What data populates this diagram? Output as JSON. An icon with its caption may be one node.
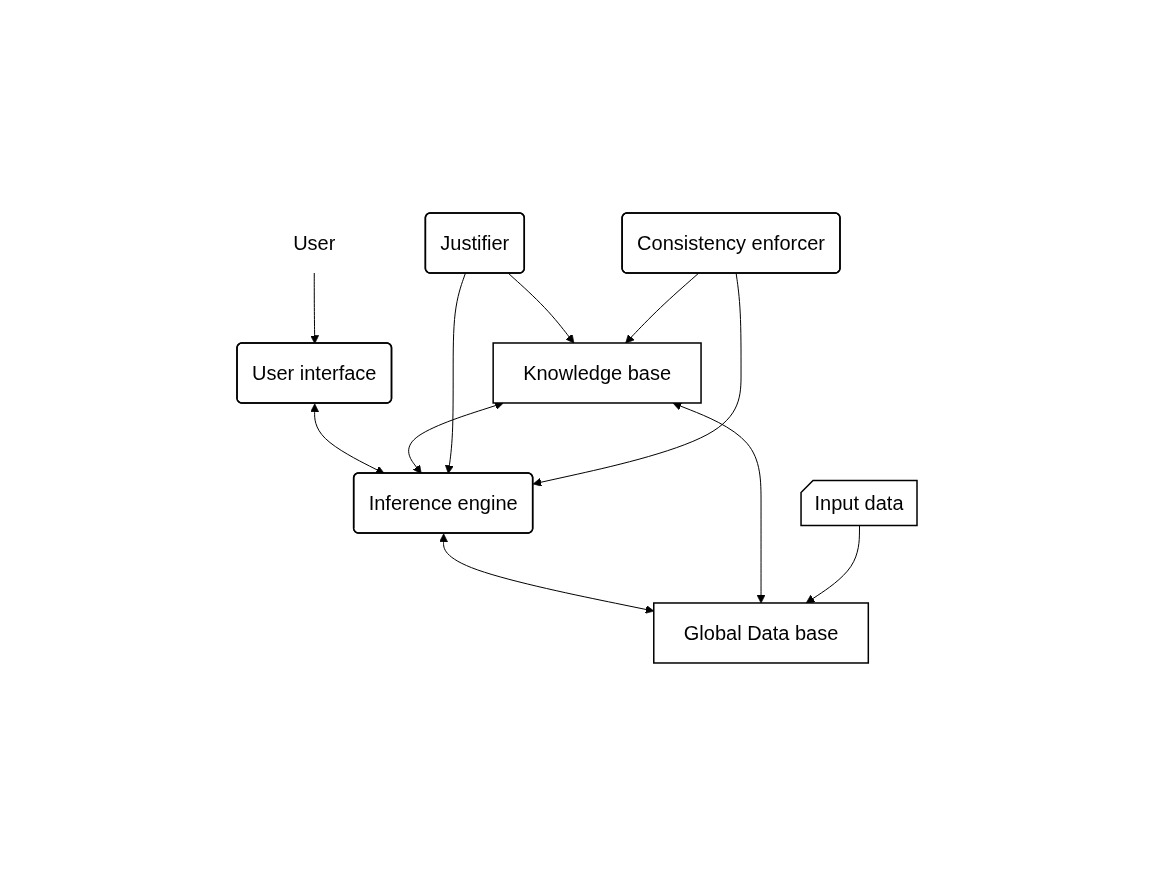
{
  "diagram": {
    "nodes": [
      {
        "text": [
          "User interface"
        ]
      },
      {
        "text": [
          "User"
        ]
      },
      {
        "text": [
          "Inference engine"
        ]
      },
      {
        "text": [
          "Justifier"
        ]
      },
      {
        "text": [
          "Consistency enforcer"
        ]
      },
      {
        "text": [
          "Input data"
        ]
      },
      {
        "text": [
          "Knowledge base"
        ]
      },
      {
        "text": [
          "Global Data base"
        ]
      }
    ],
    "edges": [
      {
        "from": 1,
        "to": 0,
        "arrow": "to"
      },
      {
        "from": 0,
        "to": 2,
        "arrow": "both"
      },
      {
        "from": 6,
        "to": 2,
        "arrow": "both"
      },
      {
        "from": 3,
        "to": 2,
        "arrow": "to"
      },
      {
        "from": 3,
        "to": 6,
        "arrow": "to"
      },
      {
        "from": 4,
        "to": 2,
        "arrow": "to"
      },
      {
        "from": 4,
        "to": 6,
        "arrow": "to"
      },
      {
        "from": 2,
        "to": 7,
        "arrow": "both"
      },
      {
        "from": 6,
        "to": 7,
        "arrow": "both"
      },
      {
        "from": 5,
        "to": 7,
        "arrow": "to"
      }
    ]
  }
}
